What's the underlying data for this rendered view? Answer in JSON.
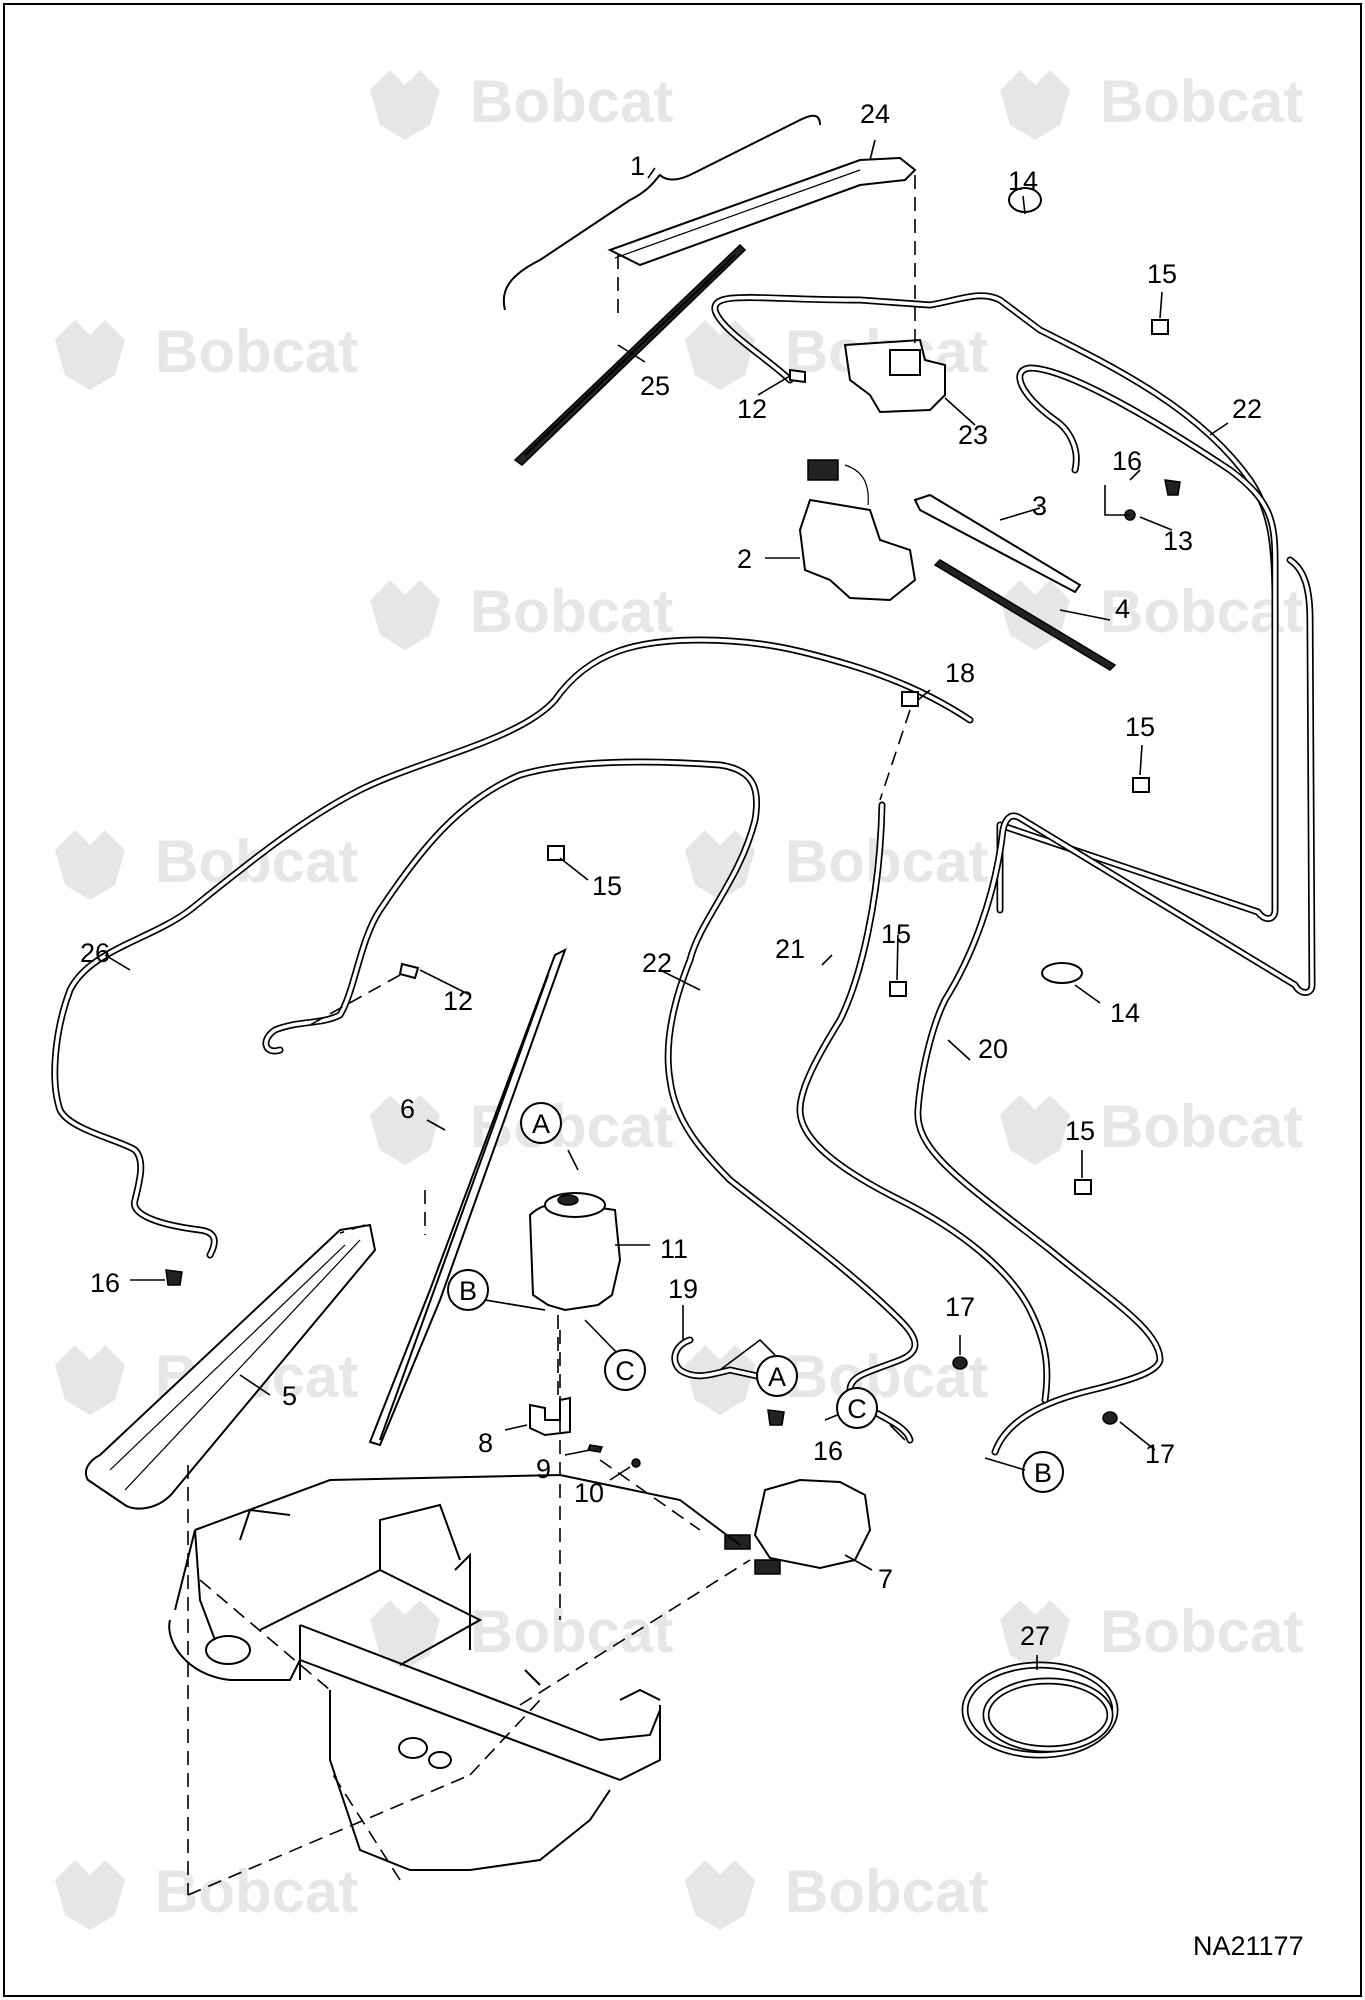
{
  "watermark": {
    "brand": "Bobcat"
  },
  "drawing_number": "NA21177",
  "callouts": [
    "1",
    "2",
    "3",
    "4",
    "5",
    "6",
    "7",
    "8",
    "9",
    "10",
    "11",
    "12",
    "13",
    "14",
    "15",
    "16",
    "17",
    "18",
    "19",
    "20",
    "21",
    "22",
    "23",
    "24",
    "25",
    "26",
    "27"
  ],
  "connection_refs": [
    "A",
    "B",
    "C"
  ],
  "colors": {
    "line": "#000000",
    "watermark": "#e6e6e6",
    "background": "#ffffff"
  }
}
